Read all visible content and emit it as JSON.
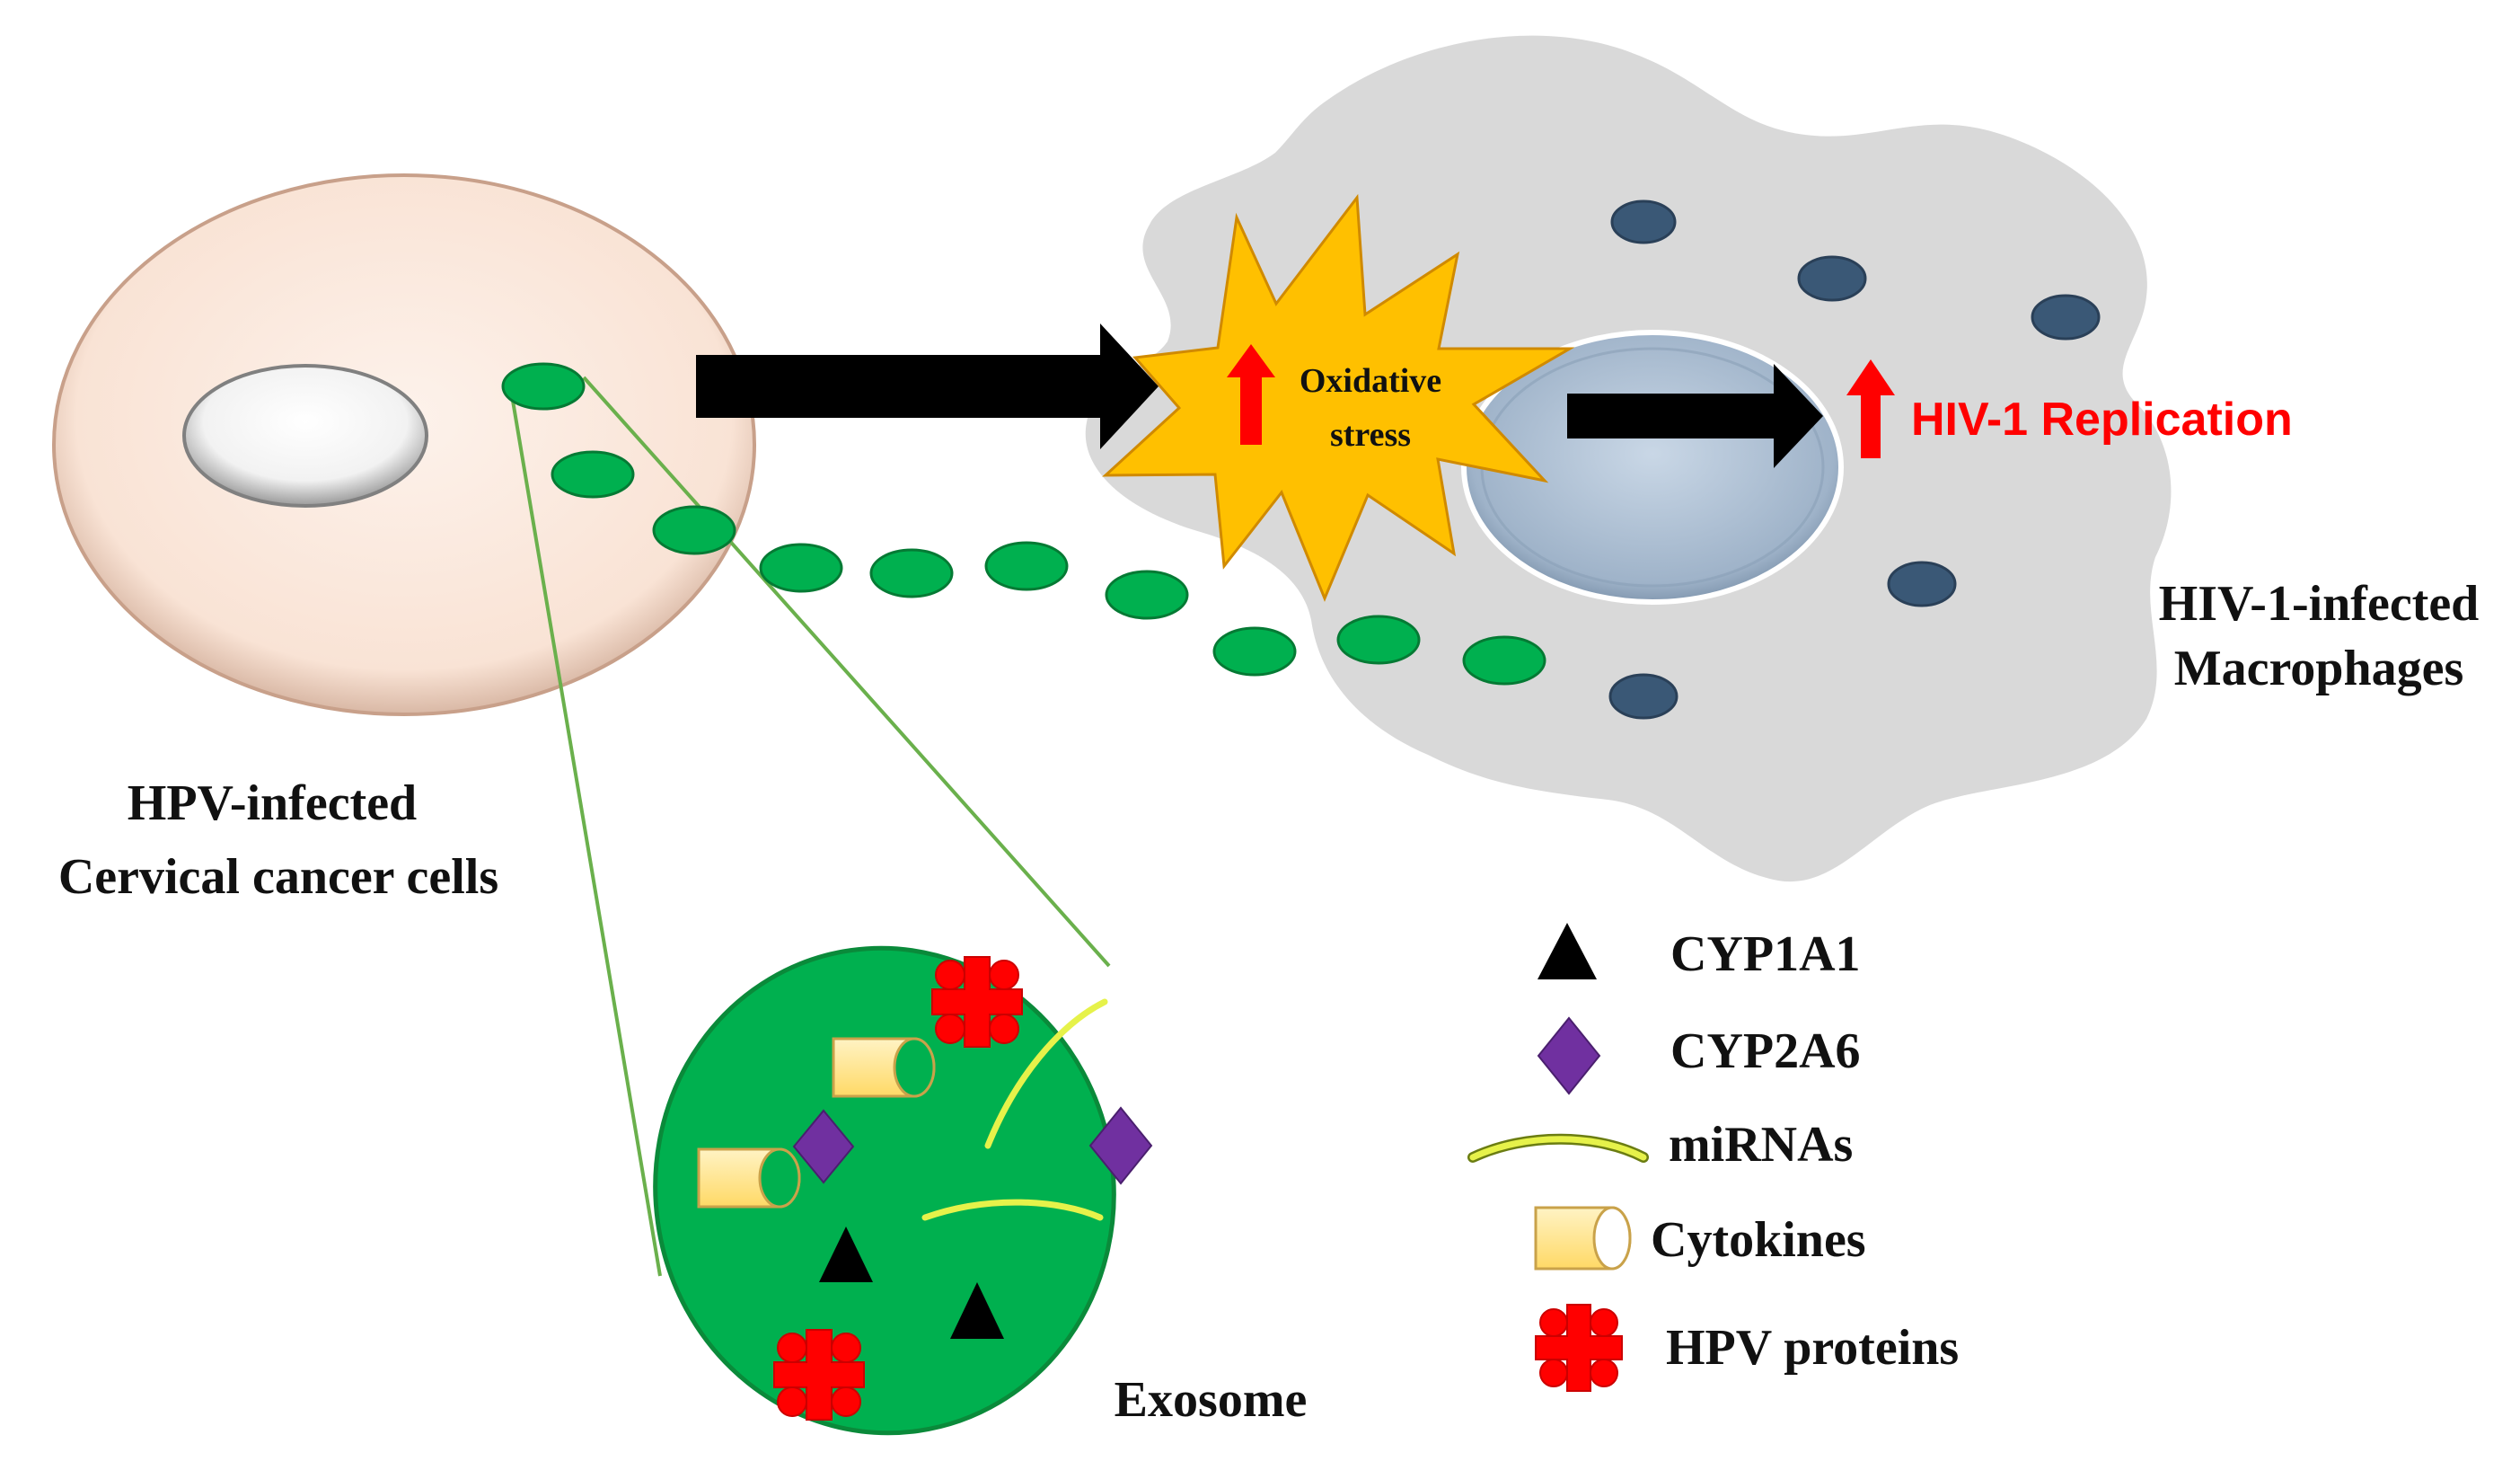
{
  "labels": {
    "cancer_cell_line1": "HPV-infected",
    "cancer_cell_line2": "Cervical cancer cells",
    "macrophage_line1": "HIV-1-infected",
    "macrophage_line2": "Macrophages",
    "oxidative_line1": "Oxidative",
    "oxidative_line2": "stress",
    "hiv_replication": "HIV-1 Replication",
    "exosome": "Exosome"
  },
  "legend": [
    {
      "icon": "triangle-icon",
      "label": "CYP1A1"
    },
    {
      "icon": "diamond-icon",
      "label": "CYP2A6"
    },
    {
      "icon": "mirna-strand-icon",
      "label": "miRNAs"
    },
    {
      "icon": "cylinder-icon",
      "label": "Cytokines"
    },
    {
      "icon": "red-cross-icon",
      "label": "HPV proteins"
    }
  ],
  "colors": {
    "cell_fill": "#fbe9de",
    "macrophage_fill": "#d9d9d9",
    "exosome_green": "#00b04f",
    "exosome_dark": "#0a9a3a",
    "arrow_black": "#000000",
    "up_arrow_red": "#ff0000",
    "starburst": "#ffc000",
    "dot_blue": "#3a5876",
    "diamond_purple": "#7030a0",
    "mirna_yellow": "#e6f24a",
    "cytokine_yellow": "#ffe599",
    "hpv_red": "#ff0000"
  }
}
